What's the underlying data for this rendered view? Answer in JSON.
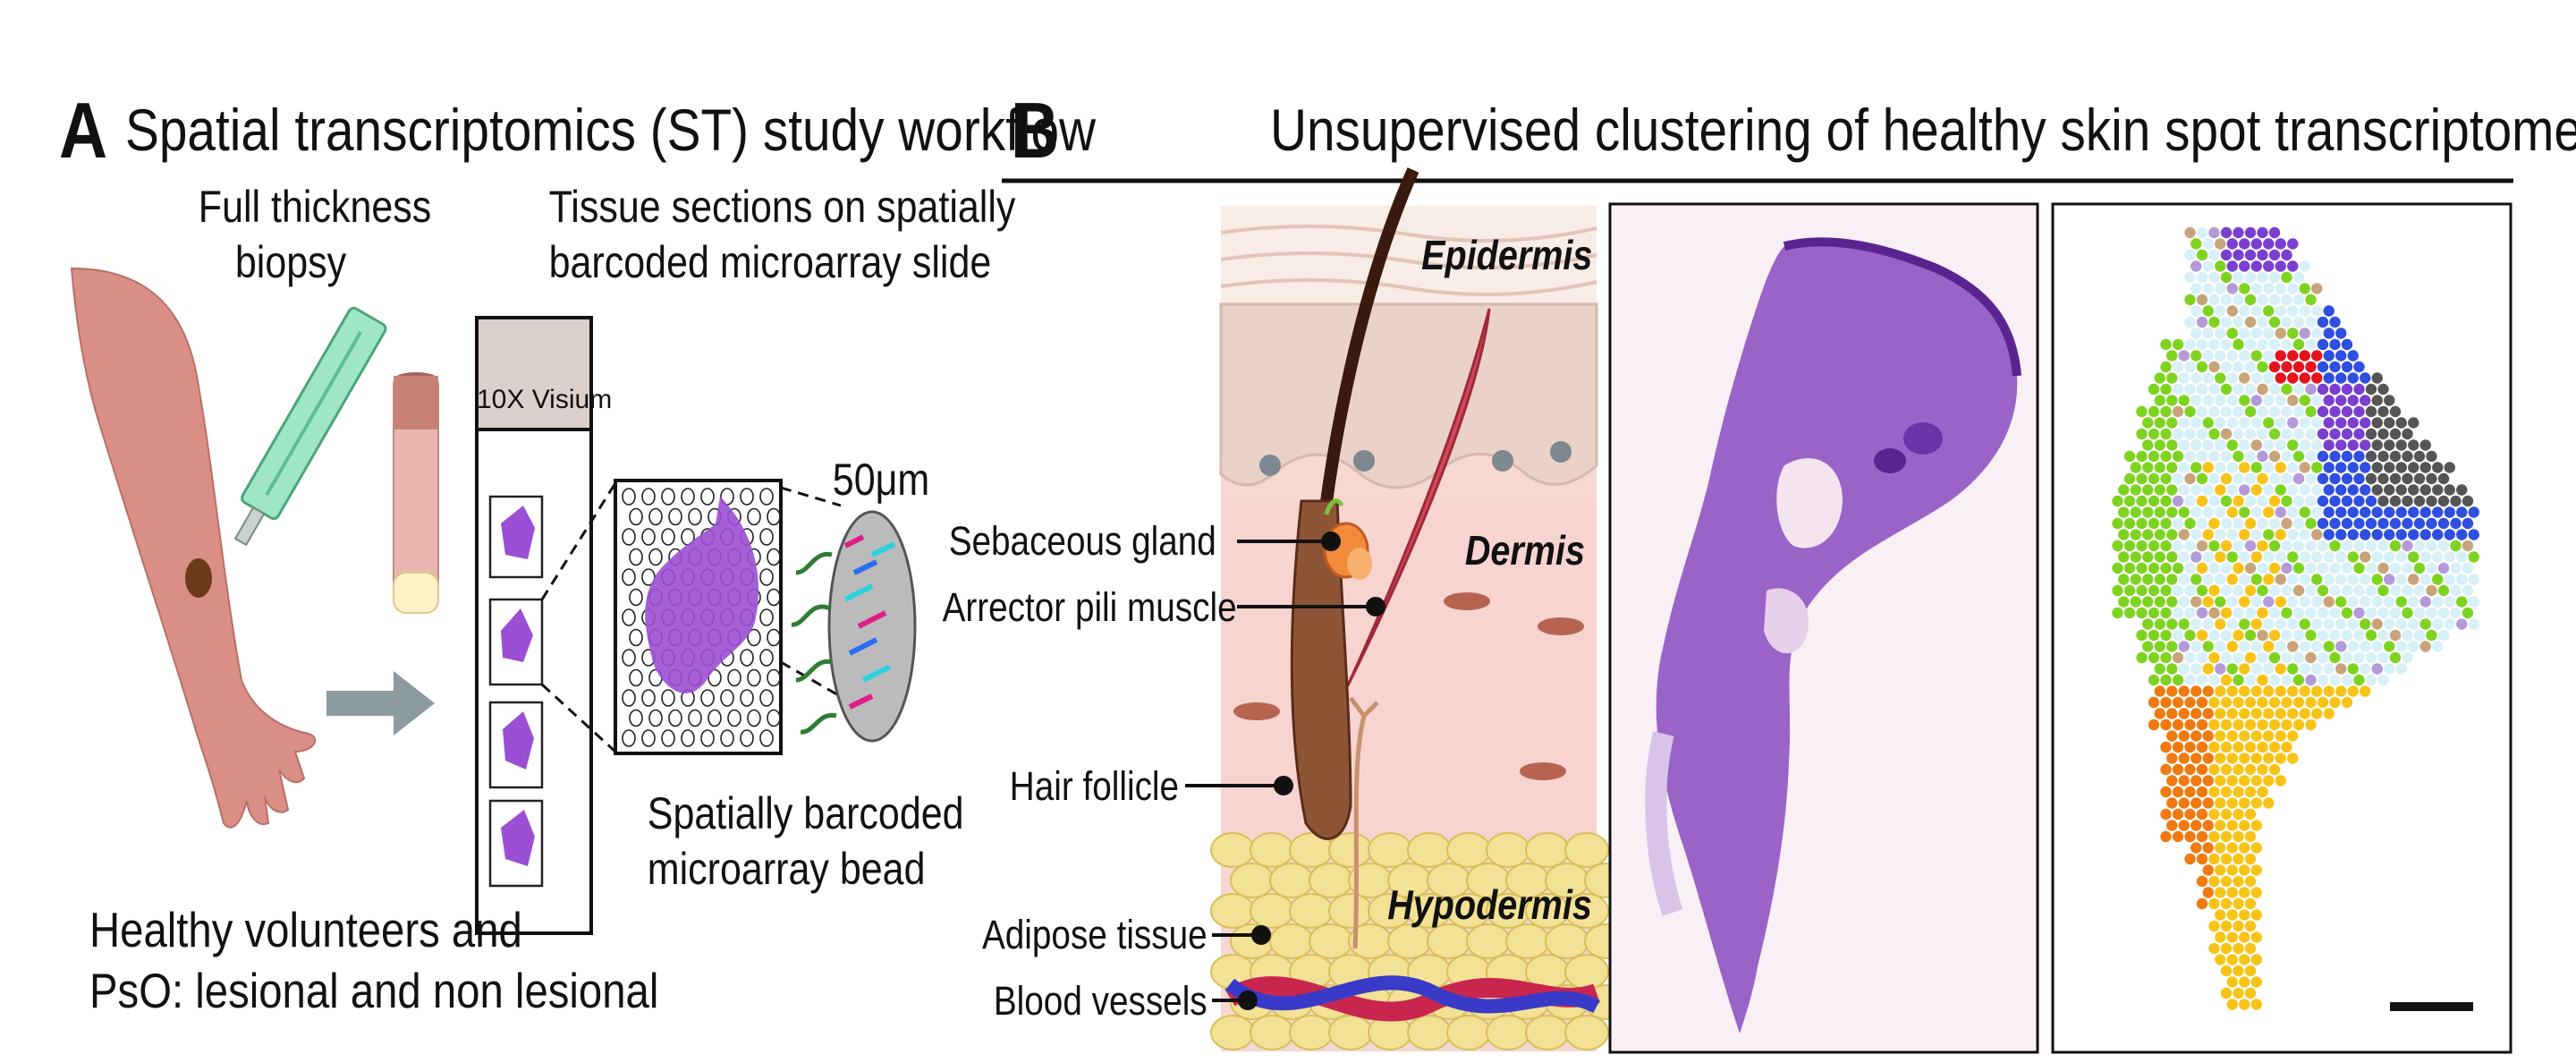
{
  "panelA": {
    "letter": "A",
    "title": "Spatial transcriptomics (ST) study workflow",
    "biopsy_label_1": "Full thickness",
    "biopsy_label_2": "biopsy",
    "slide_label_1": "Tissue sections on spatially",
    "slide_label_2": "barcoded microarray slide",
    "visium_label": "10X Visium",
    "bead_size": "50μm",
    "bead_label_1": "Spatially barcoded",
    "bead_label_2": "microarray bead",
    "cohort_label_1": "Healthy volunteers and",
    "cohort_label_2": "PsO: lesional and non lesional"
  },
  "panelB": {
    "letter": "B",
    "title": "Unsupervised clustering of healthy skin spot transcriptome",
    "layers": {
      "epidermis": "Epidermis",
      "dermis": "Dermis",
      "hypodermis": "Hypodermis"
    },
    "structures": {
      "sebaceous_gland": "Sebaceous gland",
      "arrector_pili": "Arrector pili muscle",
      "hair_follicle": "Hair follicle",
      "adipose": "Adipose tissue",
      "blood_vessels": "Blood vessels"
    }
  },
  "colors": {
    "skin": "#d98f86",
    "he_stain": "#8a4fc2",
    "cluster_purple": "#7b3fd0",
    "cluster_blue": "#2f4fe0",
    "cluster_green": "#7ed321",
    "cluster_yellow": "#f7c318",
    "cluster_orange": "#f07a10",
    "cluster_red": "#e4141e",
    "cluster_gray": "#555555",
    "cluster_tan": "#c8a47a",
    "cluster_lightblue": "#d8f0f8",
    "cluster_lavender": "#b49ad8"
  }
}
